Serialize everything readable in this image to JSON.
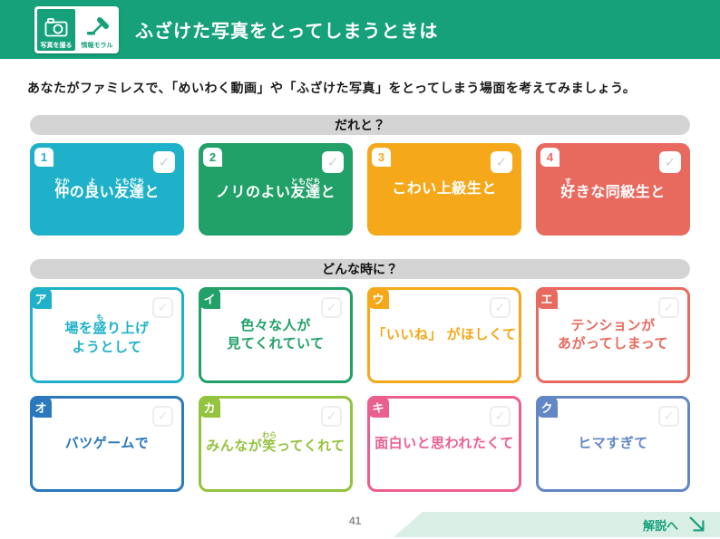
{
  "theme": {
    "header_green": "#16a17b",
    "banner_mint": "#d9eee4",
    "pill_gray": "#d4d4d4"
  },
  "header": {
    "title": "ふざけた写真をとってしまうときは",
    "badge_camera_label": "写真を撮る",
    "badge_moral_label": "情報モラル"
  },
  "intro": "あなたがファミレスで、「めいわく動画」や「ふざけた写真」をとってしまう場面を考えてみましょう。",
  "sections": [
    {
      "label": "だれと？"
    },
    {
      "label": "どんな時に？"
    }
  ],
  "checkmark_glyph": "✓",
  "who_cards": [
    {
      "id": "1",
      "color": "#20b1ca",
      "lines": [
        [
          {
            "t": "仲",
            "r": "なか"
          },
          {
            "t": "の"
          },
          {
            "t": "良",
            "r": "よ"
          },
          {
            "t": "い"
          },
          {
            "t": "友達",
            "r": "ともだち"
          },
          {
            "t": "と"
          }
        ]
      ]
    },
    {
      "id": "2",
      "color": "#21a068",
      "lines": [
        [
          {
            "t": "ノリのよい"
          },
          {
            "t": "友達",
            "r": "ともだち"
          },
          {
            "t": "と"
          }
        ]
      ]
    },
    {
      "id": "3",
      "color": "#f4a81a",
      "lines": [
        [
          {
            "t": "こわい上級生と"
          }
        ]
      ]
    },
    {
      "id": "4",
      "color": "#e8695e",
      "lines": [
        [
          {
            "t": "好",
            "r": "す"
          },
          {
            "t": "きな同級生と"
          }
        ]
      ]
    }
  ],
  "when_cards": [
    {
      "id": "ア",
      "color": "#20b1ca",
      "lines": [
        [
          {
            "t": "場を"
          },
          {
            "t": "盛",
            "r": "も"
          },
          {
            "t": "り上げ"
          }
        ],
        [
          {
            "t": "ようとして"
          }
        ]
      ]
    },
    {
      "id": "イ",
      "color": "#21a068",
      "lines": [
        [
          {
            "t": "色々な人が"
          }
        ],
        [
          {
            "t": "見てくれていて"
          }
        ]
      ]
    },
    {
      "id": "ウ",
      "color": "#f4a81a",
      "lines": [
        [
          {
            "t": "「いいね」 がほしくて"
          }
        ]
      ]
    },
    {
      "id": "エ",
      "color": "#e8695e",
      "lines": [
        [
          {
            "t": "テンションが"
          }
        ],
        [
          {
            "t": "あがってしまって"
          }
        ]
      ]
    },
    {
      "id": "オ",
      "color": "#2a79bc",
      "lines": [
        [
          {
            "t": "バツゲームで"
          }
        ]
      ]
    },
    {
      "id": "カ",
      "color": "#94c33e",
      "lines": [
        [
          {
            "t": "みんなが"
          },
          {
            "t": "笑",
            "r": "わら"
          },
          {
            "t": "ってくれて"
          }
        ]
      ]
    },
    {
      "id": "キ",
      "color": "#eb5f8e",
      "lines": [
        [
          {
            "t": "面白いと思われたくて"
          }
        ]
      ]
    },
    {
      "id": "ク",
      "color": "#6386c4",
      "lines": [
        [
          {
            "t": "ヒマすぎて"
          }
        ]
      ]
    }
  ],
  "footer": {
    "page_number": "41",
    "link_label": "解説へ"
  }
}
